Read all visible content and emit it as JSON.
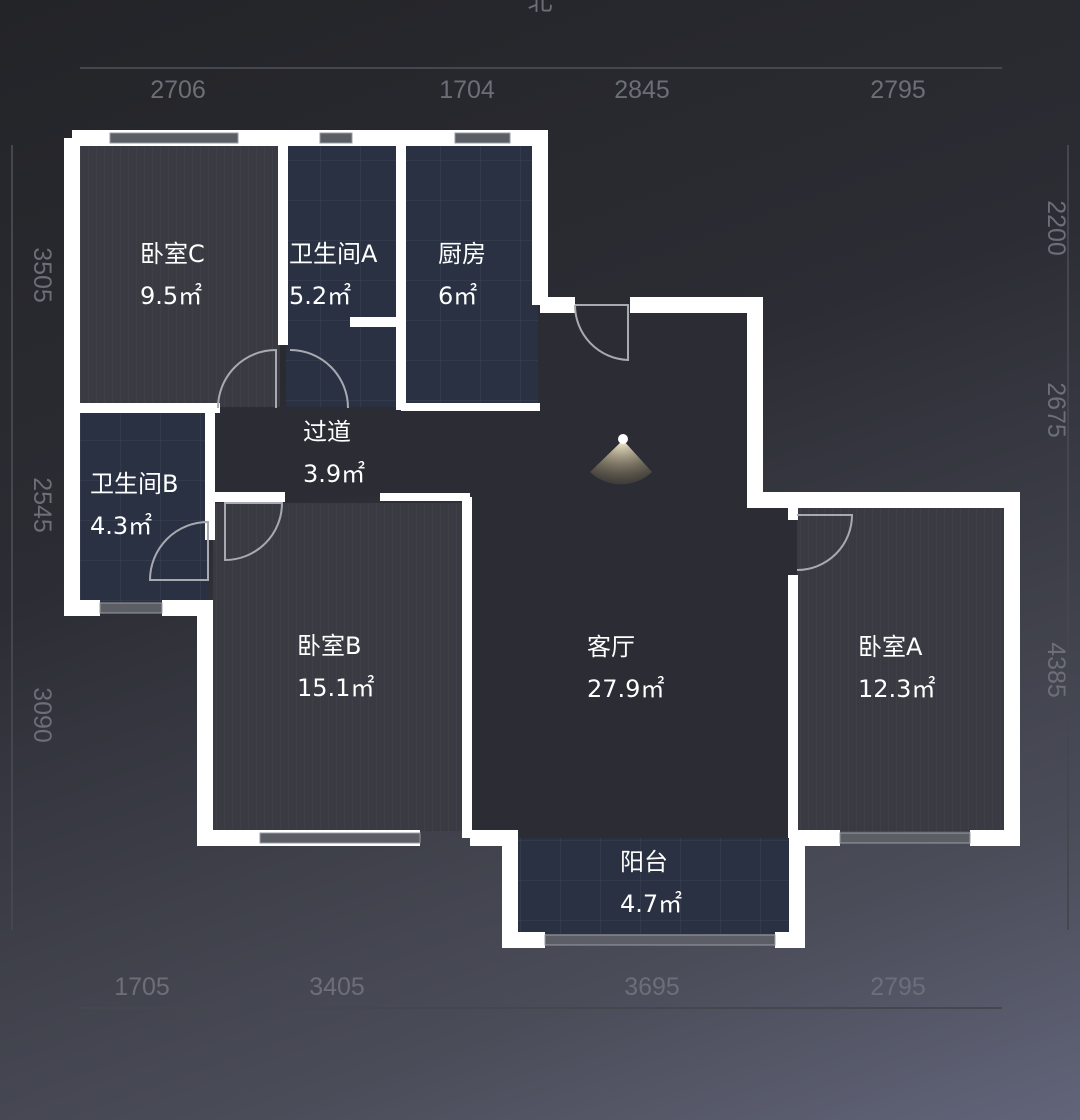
{
  "compass": {
    "north": "北"
  },
  "dimensions": {
    "top": [
      "2706",
      "1704",
      "2845",
      "2795"
    ],
    "bottom": [
      "1705",
      "3405",
      "3695",
      "2795"
    ],
    "left": [
      "3505",
      "2545",
      "3090"
    ],
    "right": [
      "2200",
      "2675",
      "4385"
    ]
  },
  "rooms": [
    {
      "name": "卧室C",
      "area": "9.5㎡"
    },
    {
      "name": "卫生间A",
      "area": "5.2㎡"
    },
    {
      "name": "厨房",
      "area": "6㎡"
    },
    {
      "name": "过道",
      "area": "3.9㎡"
    },
    {
      "name": "卫生间B",
      "area": "4.3㎡"
    },
    {
      "name": "卧室B",
      "area": "15.1㎡"
    },
    {
      "name": "客厅",
      "area": "27.9㎡"
    },
    {
      "name": "卧室A",
      "area": "12.3㎡"
    },
    {
      "name": "阳台",
      "area": "4.7㎡"
    }
  ],
  "colors": {
    "wall": "#ffffff",
    "bedroom": "#3a3b42",
    "wet": "#2a3142",
    "living": "#2b2c34"
  }
}
